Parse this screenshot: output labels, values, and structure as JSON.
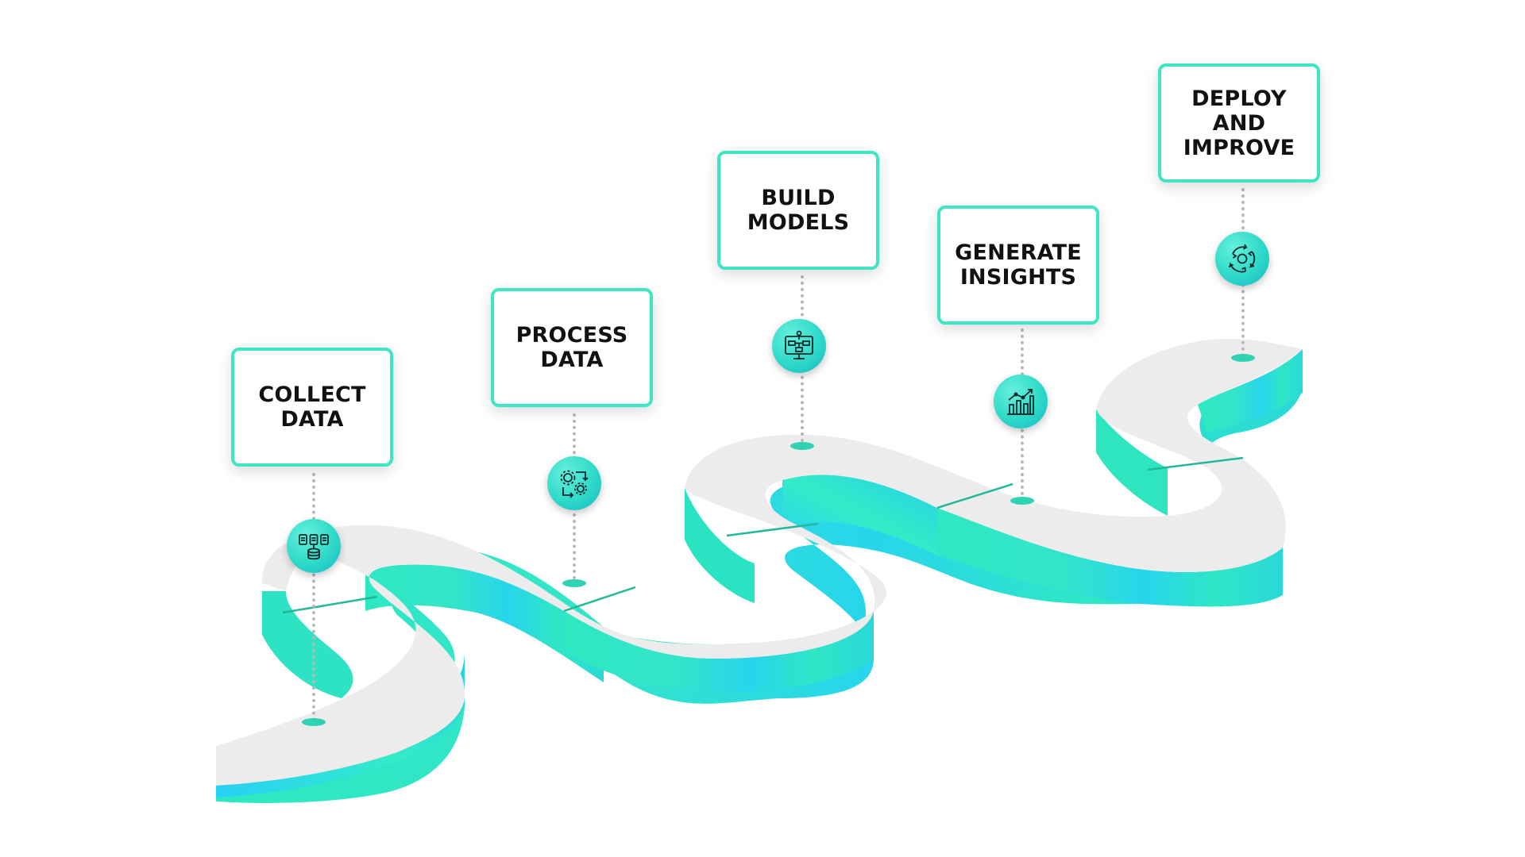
{
  "colors": {
    "accent": "#3ee6c4",
    "road_top": "#ebebec",
    "road_side_green": "#2fe5bf",
    "road_side_blue": "#27d2f0",
    "label_text": "#111111",
    "connector": "#b7b7b7"
  },
  "steps": [
    {
      "label": "COLLECT\nDATA",
      "icon": "database-icon"
    },
    {
      "label": "PROCESS\nDATA",
      "icon": "gears-icon"
    },
    {
      "label": "BUILD\nMODELS",
      "icon": "model-monitor-icon"
    },
    {
      "label": "GENERATE\nINSIGHTS",
      "icon": "growth-chart-icon"
    },
    {
      "label": "DEPLOY AND\nIMPROVE",
      "icon": "cycle-arrows-icon"
    }
  ]
}
